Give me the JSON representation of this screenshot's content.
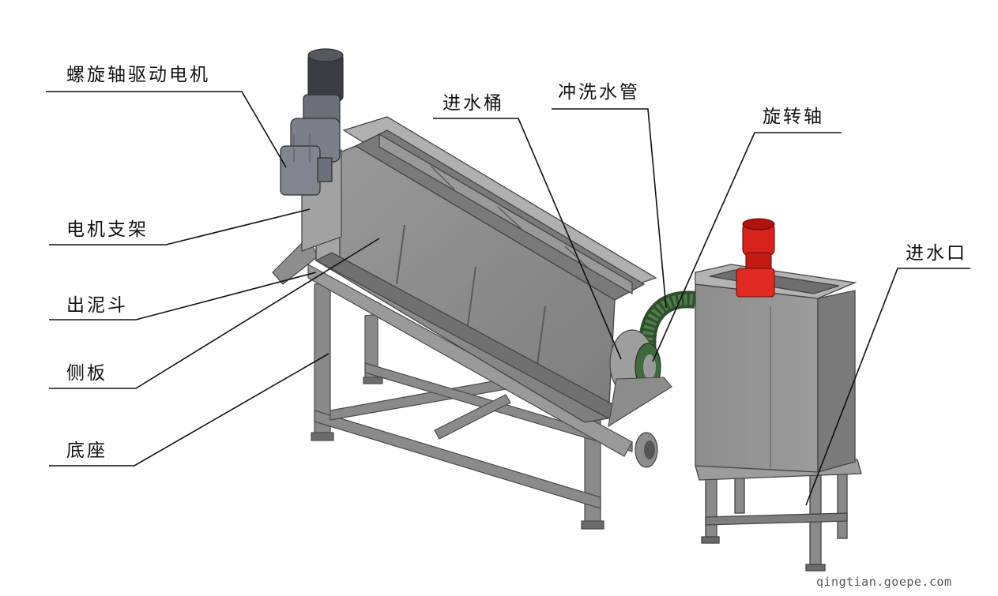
{
  "labels": {
    "motor": "螺旋轴驱动电机",
    "motor_bracket": "电机支架",
    "sludge_hopper": "出泥斗",
    "side_plate": "侧板",
    "base": "底座",
    "inlet_tank": "进水桶",
    "flush_pipe": "冲洗水管",
    "rotating_shaft": "旋转轴",
    "water_inlet": "进水口"
  },
  "watermark": "qingtian.goepe.com",
  "colors": {
    "steel_light": "#a9a9a9",
    "steel_mid": "#8c8c8c",
    "steel_dark": "#5e5e5e",
    "motor_gray": "#7a7f88",
    "motor_red": "#d8221c",
    "hose_green": "#3d6b3b",
    "leader_line": "#111111"
  }
}
